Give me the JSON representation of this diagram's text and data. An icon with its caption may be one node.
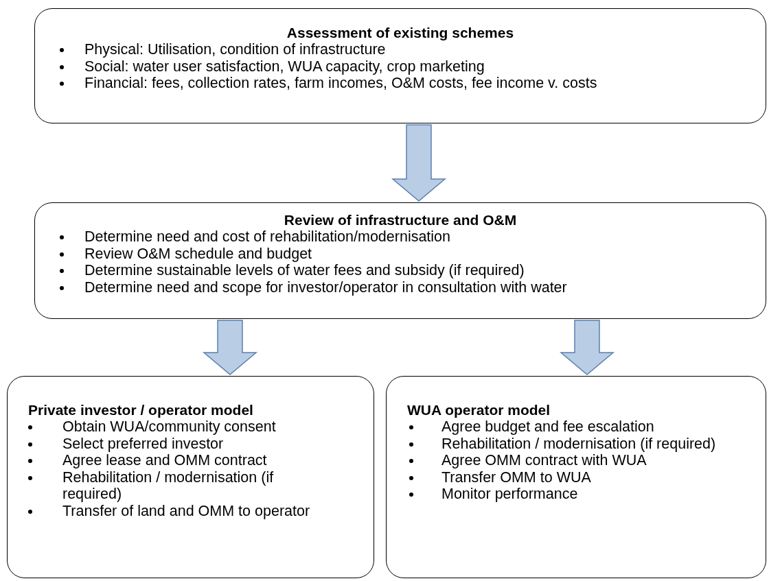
{
  "diagram": {
    "nodes": [
      {
        "text": [
          "Assessment of existing schemes",
          "Physical: Utilisation, condition of infrastructure",
          "Social: water user satisfaction, WUA capacity, crop marketing",
          "Financial: fees, collection rates, farm incomes, O&M costs, fee income v. costs"
        ]
      },
      {
        "text": [
          "Review of infrastructure and O&M",
          "Determine need and cost of rehabilitation/modernisation",
          "Review O&M schedule and budget",
          "Determine sustainable levels of water fees and subsidy (if required)",
          "Determine need and scope for investor/operator in consultation with water"
        ]
      },
      {
        "text": [
          "Private investor / operator model",
          "Obtain WUA/community consent",
          "Select preferred investor",
          "Agree lease and OMM contract",
          "Rehabilitation / modernisation (if required)",
          "Transfer of land and OMM to operator"
        ]
      },
      {
        "text": [
          "WUA operator model",
          "Agree budget and fee escalation",
          "Rehabilitation / modernisation (if required)",
          "Agree OMM contract with WUA",
          "Transfer OMM to WUA",
          "Monitor performance"
        ]
      }
    ],
    "edges": [
      {
        "from": 0,
        "to": 1,
        "arrow": "to"
      },
      {
        "from": 1,
        "to": 2,
        "arrow": "to"
      },
      {
        "from": 1,
        "to": 3,
        "arrow": "to"
      }
    ]
  }
}
